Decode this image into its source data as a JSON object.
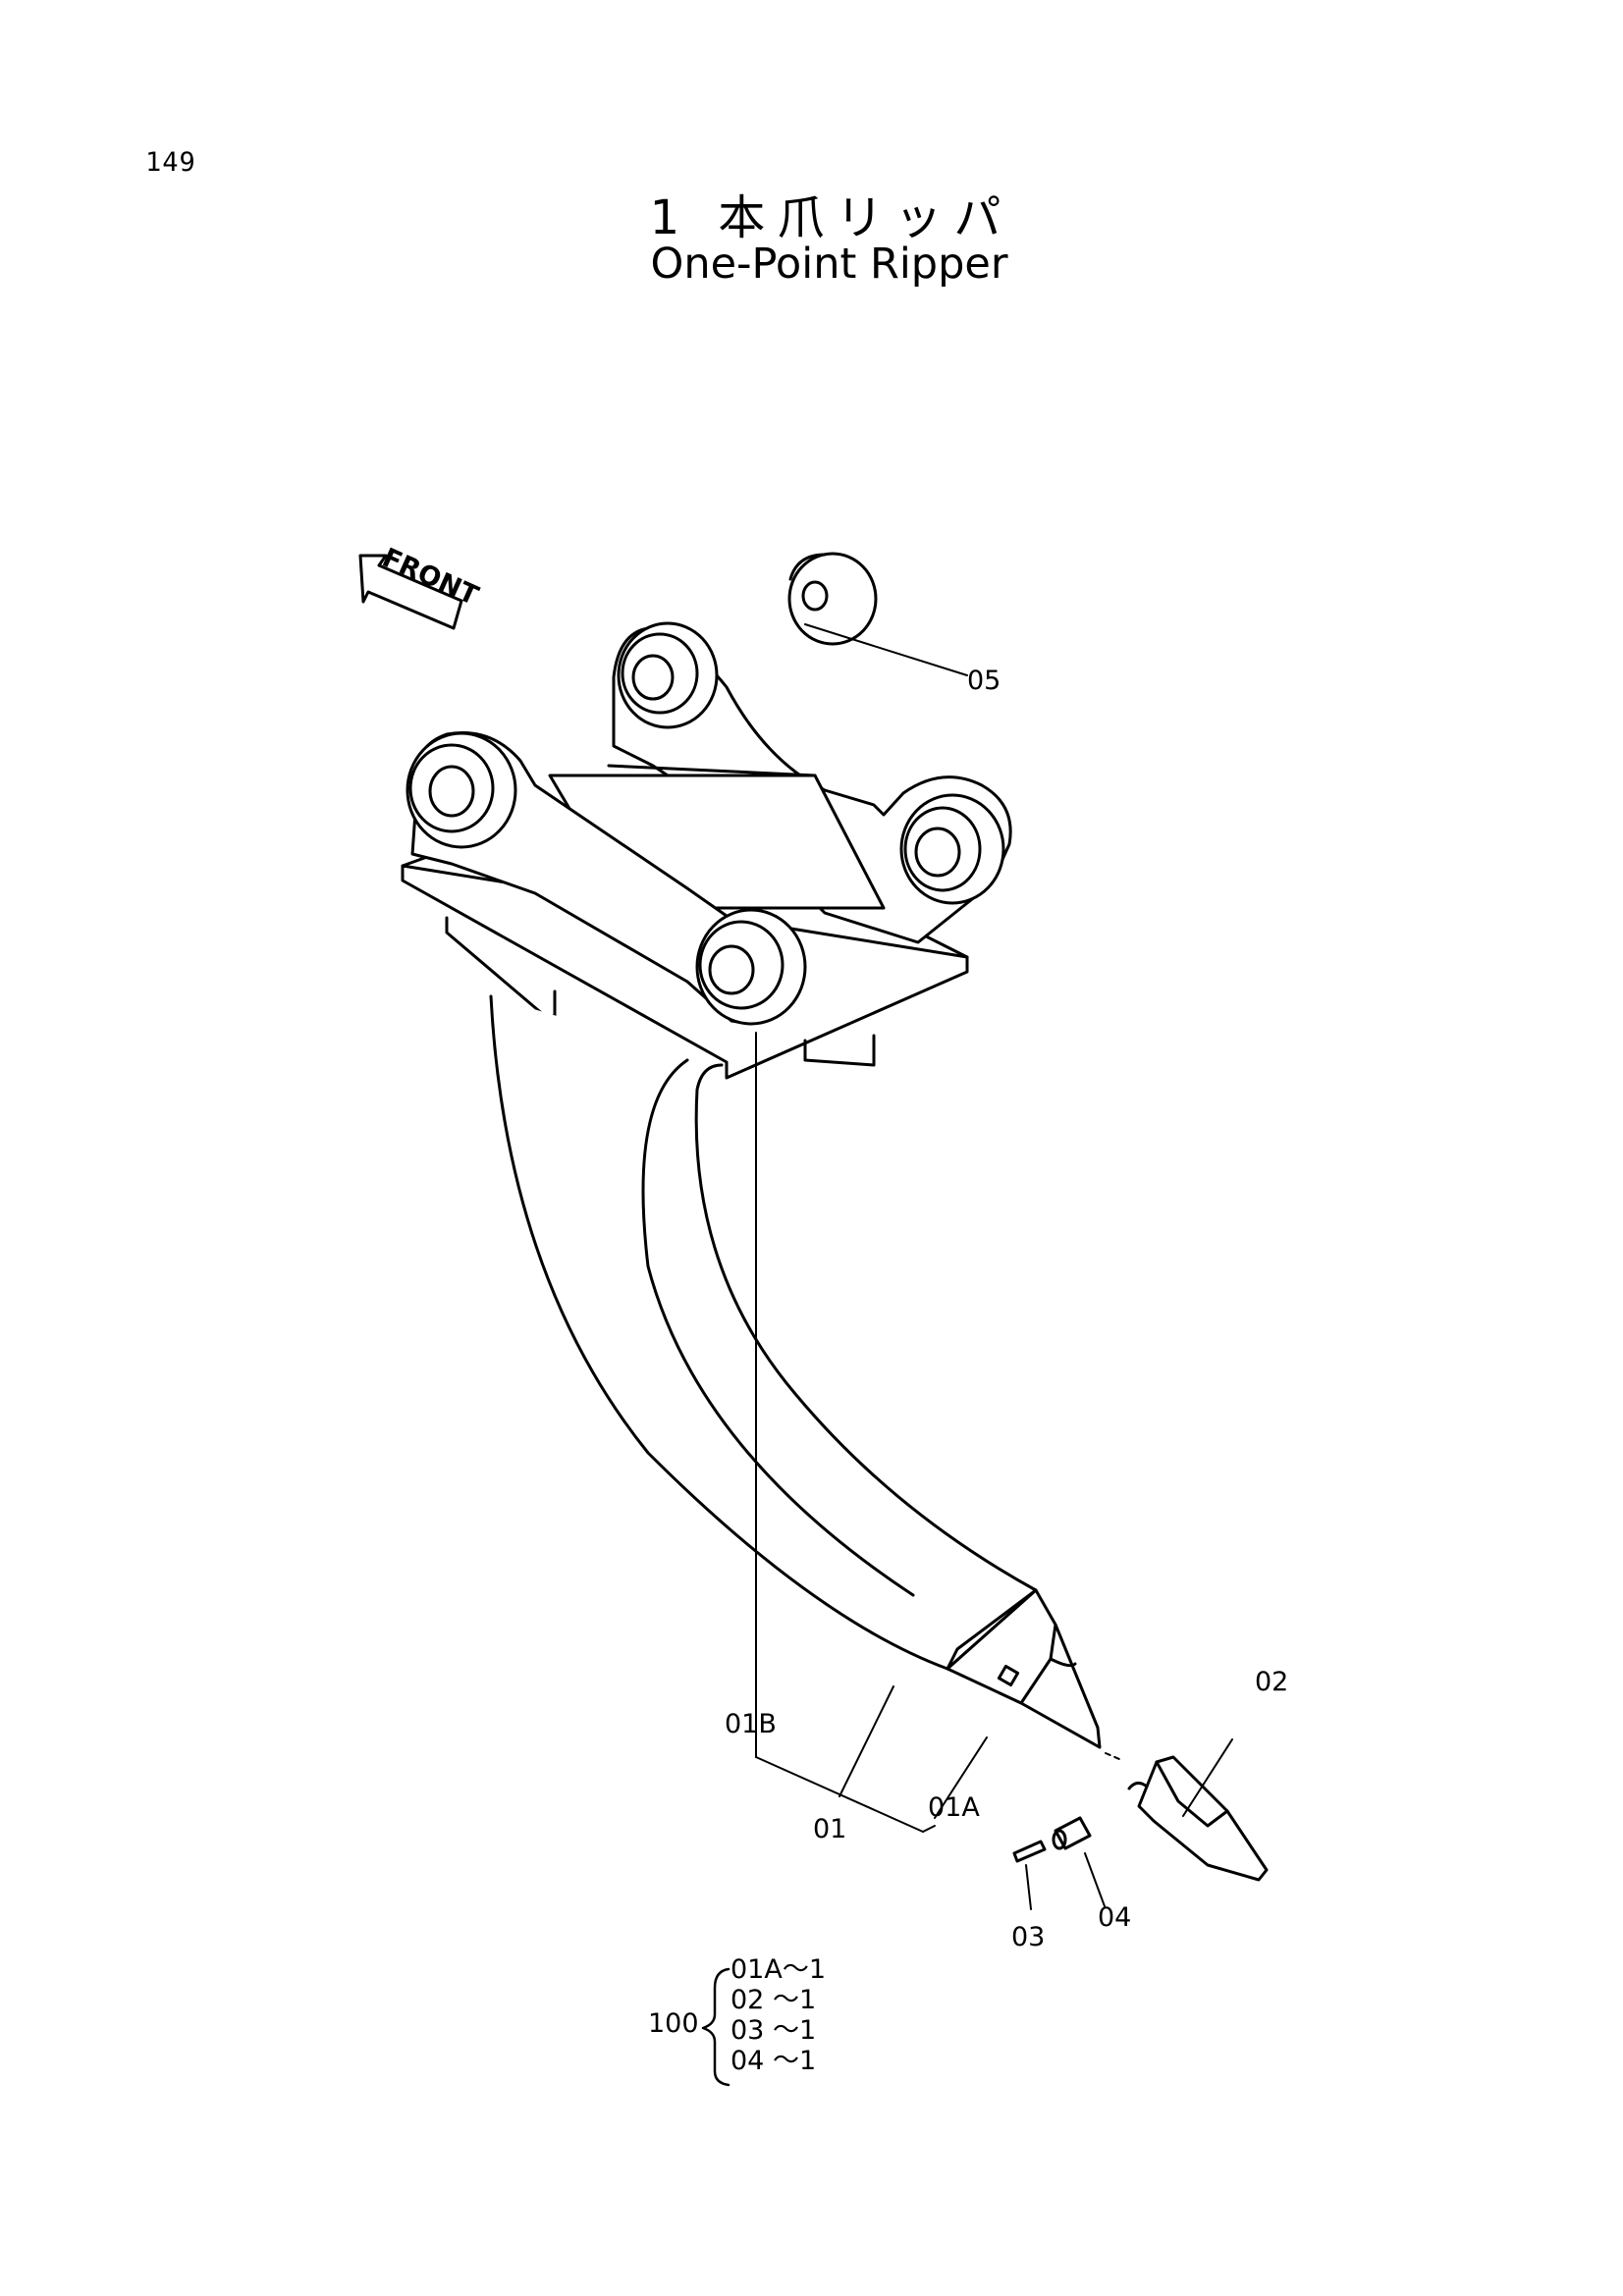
{
  "page_number": "149",
  "title_jp": "1 本爪リッパ",
  "title_en": "One-Point Ripper",
  "front_label": "FRONT",
  "callouts": {
    "c05": "05",
    "c02": "02",
    "c01B": "01B",
    "c01A": "01A",
    "c01": "01",
    "c03": "03",
    "c04": "04"
  },
  "kit": {
    "number": "100",
    "items": [
      "01A～1",
      "02 ～1",
      "03 ～1",
      "04 ～1"
    ]
  }
}
